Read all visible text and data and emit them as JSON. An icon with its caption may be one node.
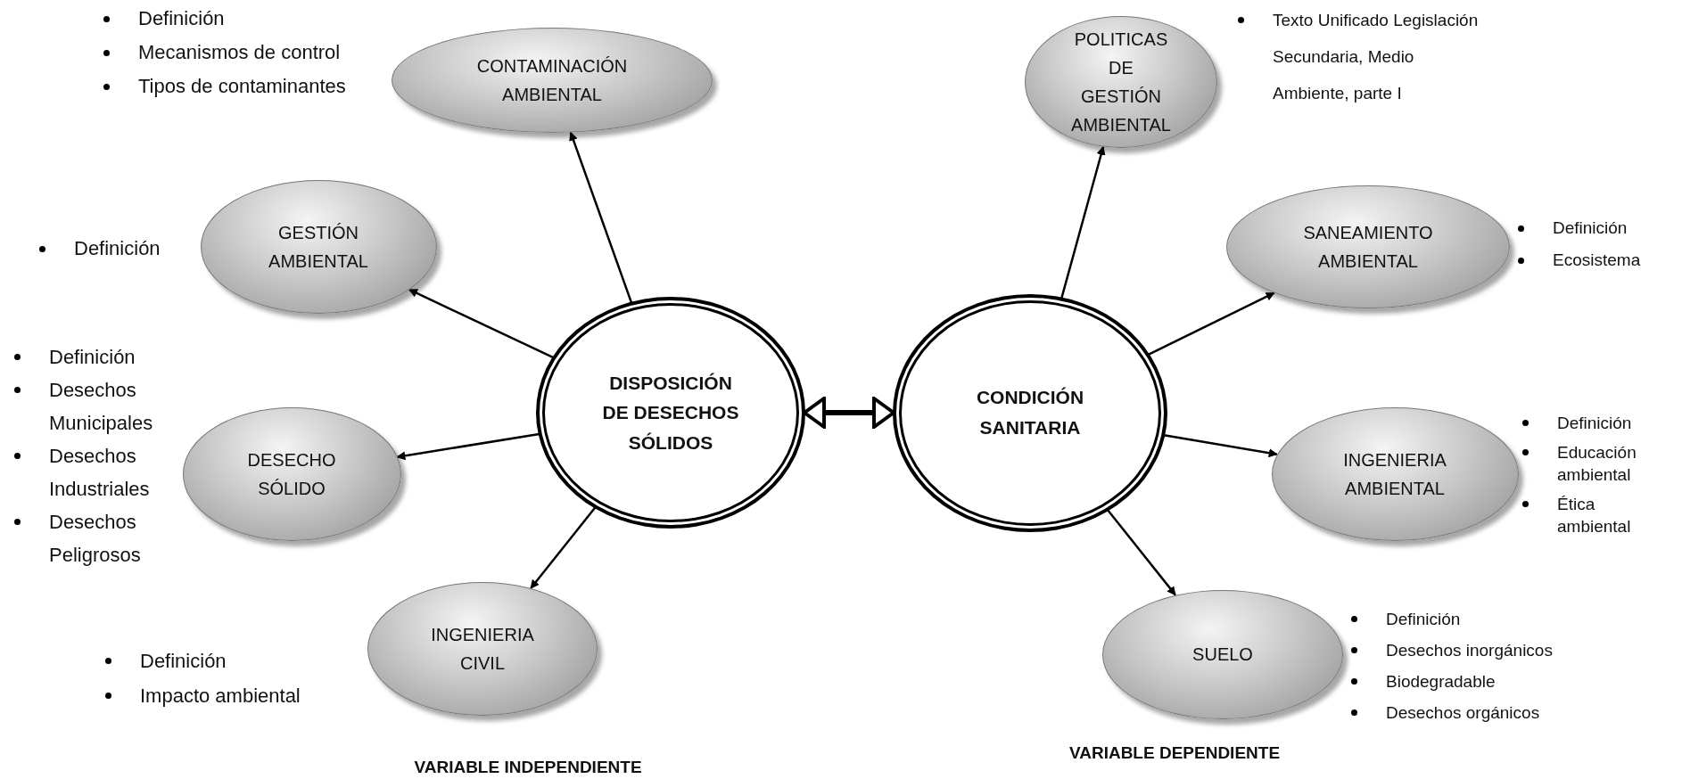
{
  "diagram": {
    "nodes": [
      {
        "text": [
          "CONTAMINACIÓN AMBIENTAL"
        ],
        "beside": [
          "Definición",
          "Mecanismos de control",
          "Tipos de contaminantes"
        ]
      },
      {
        "text": [
          "GESTIÓN AMBIENTAL"
        ],
        "beside": [
          "Definición"
        ]
      },
      {
        "text": [
          "DESECHO SÓLIDO"
        ],
        "beside": [
          "Definición",
          "Desechos Municipales",
          "Desechos Industriales",
          "Desechos Peligrosos"
        ]
      },
      {
        "text": [
          "INGENIERIA CIVIL"
        ],
        "beside": [
          "Definición",
          "Impacto ambiental"
        ]
      },
      {
        "text": [
          "DISPOSICIÓN DE DESECHOS SÓLIDOS"
        ]
      },
      {
        "text": [
          "CONDICIÓN SANITARIA"
        ]
      },
      {
        "text": [
          "POLITICAS DE GESTIÓN AMBIENTAL"
        ],
        "beside": [
          "Texto Unificado Legislación Secundaria, Medio Ambiente, parte I"
        ]
      },
      {
        "text": [
          "SANEAMIENTO AMBIENTAL"
        ],
        "beside": [
          "Definición",
          "Ecosistema"
        ]
      },
      {
        "text": [
          "INGENIERIA AMBIENTAL"
        ],
        "beside": [
          "Definición",
          "Educación ambiental",
          "Ética ambiental"
        ]
      },
      {
        "text": [
          "SUELO"
        ],
        "beside": [
          "Definición",
          "Desechos inorgánicos",
          "Biodegradable",
          "Desechos orgánicos"
        ]
      }
    ],
    "edges": [
      {
        "from": 4,
        "to": 0,
        "arrow": "to"
      },
      {
        "from": 4,
        "to": 1,
        "arrow": "to"
      },
      {
        "from": 4,
        "to": 2,
        "arrow": "to"
      },
      {
        "from": 4,
        "to": 3,
        "arrow": "to"
      },
      {
        "from": 4,
        "to": 5,
        "arrow": "both",
        "style": "thick"
      },
      {
        "from": 5,
        "to": 6,
        "arrow": "to"
      },
      {
        "from": 5,
        "to": 7,
        "arrow": "to"
      },
      {
        "from": 5,
        "to": 8,
        "arrow": "to"
      },
      {
        "from": 5,
        "to": 9,
        "arrow": "to"
      }
    ],
    "labels": [
      "VARIABLE INDEPENDIENTE",
      "VARIABLE DEPENDIENTE"
    ]
  }
}
